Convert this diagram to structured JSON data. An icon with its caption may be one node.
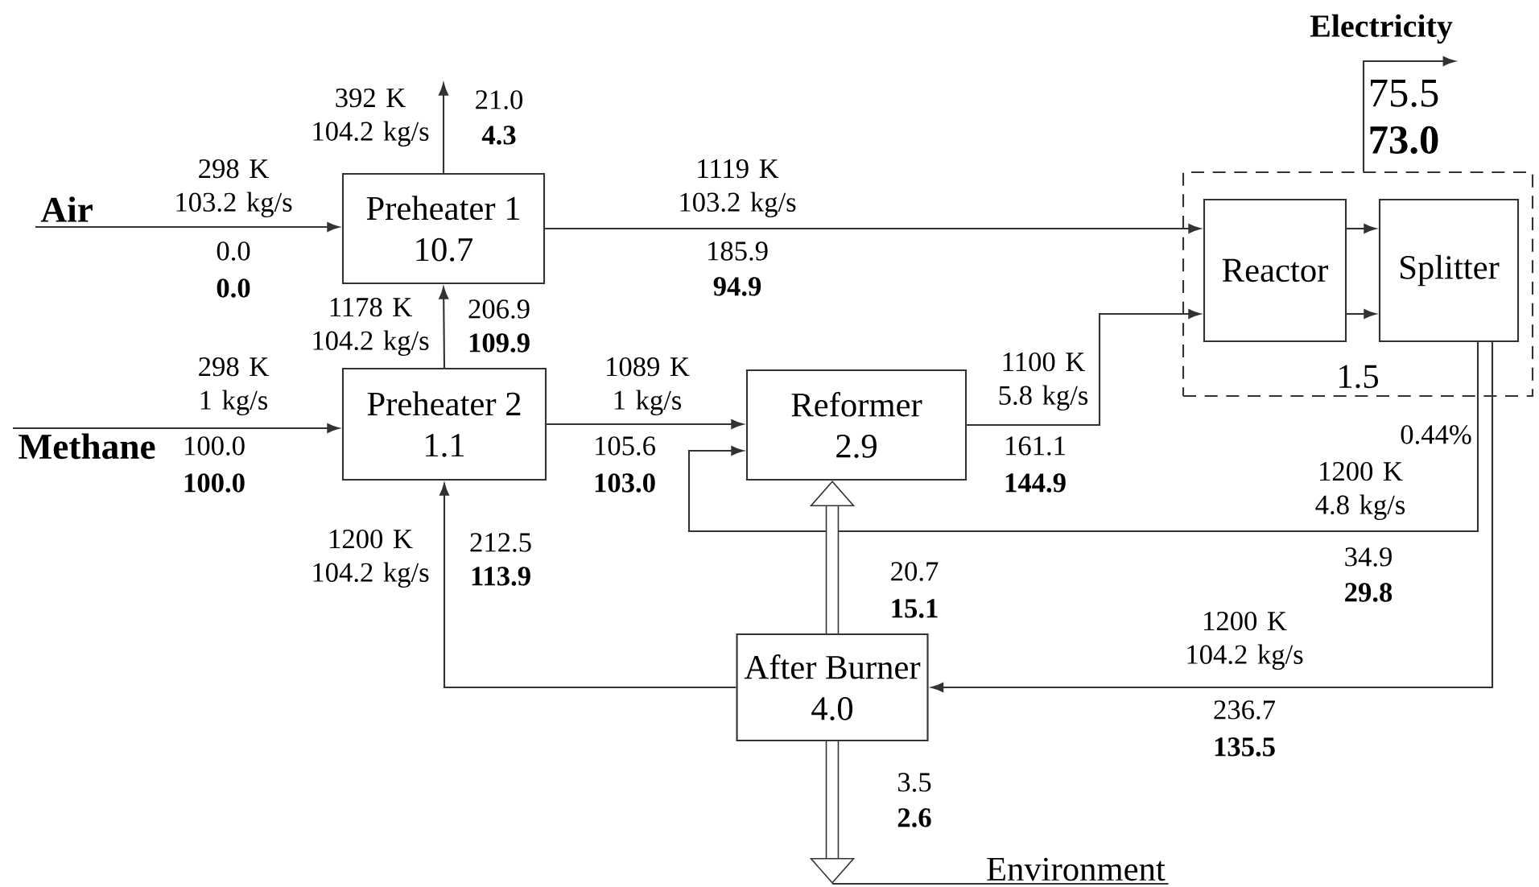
{
  "diagram": {
    "nodes": [
      {
        "text": [
          "Air"
        ]
      },
      {
        "text": [
          "Methane"
        ]
      },
      {
        "text": [
          "Preheater 1",
          "10.7"
        ]
      },
      {
        "text": [
          "Preheater 2",
          "1.1"
        ]
      },
      {
        "text": [
          "Reformer",
          "2.9"
        ]
      },
      {
        "text": [
          "1.5"
        ]
      },
      {
        "text": [
          "Reactor"
        ],
        "in": 5
      },
      {
        "text": [
          "Splitter"
        ],
        "in": 5
      },
      {
        "text": [
          "After Burner",
          "4.0"
        ]
      },
      {
        "text": [
          "Electricity"
        ]
      },
      {
        "text": [
          "Environment"
        ]
      }
    ],
    "edges": [
      {
        "from": 0,
        "to": 2,
        "arrow": "to",
        "label": "298 K 103.2 kg/s"
      },
      {
        "from": 2,
        "to": null,
        "arrow": "to",
        "label": "392 K 104.2 kg/s"
      },
      {
        "from": 2,
        "to": 6,
        "arrow": "to",
        "label": "1119 K 103.2 kg/s"
      },
      {
        "from": 1,
        "to": 3,
        "arrow": "to",
        "label": "298 K 1 kg/s"
      },
      {
        "from": 3,
        "to": 2,
        "arrow": "to",
        "label": "1178 K 104.2 kg/s"
      },
      {
        "from": 3,
        "to": 4,
        "arrow": "to",
        "label": "1089 K 1 kg/s"
      },
      {
        "from": 4,
        "to": 6,
        "arrow": "to",
        "label": "1100 K 5.8 kg/s"
      },
      {
        "from": 6,
        "to": 7,
        "arrow": "to"
      },
      {
        "from": 6,
        "to": 7,
        "arrow": "to"
      },
      {
        "from": 7,
        "to": 4,
        "arrow": "to",
        "label": "1200 K 4.8 kg/s"
      },
      {
        "from": 7,
        "to": 8,
        "arrow": "to",
        "label": "1200 K 104.2 kg/s"
      },
      {
        "from": 8,
        "to": 3,
        "arrow": "to",
        "label": "1200 K 104.2 kg/s"
      },
      {
        "from": 8,
        "to": 4,
        "arrow": "to",
        "style": "thick"
      },
      {
        "from": 8,
        "to": 10,
        "arrow": "to",
        "style": "thick"
      },
      {
        "from": 5,
        "to": 9,
        "arrow": "to"
      }
    ],
    "labels": [
      "0.0",
      "0.0",
      "21.0",
      "4.3",
      "185.9",
      "94.9",
      "100.0",
      "100.0",
      "206.9",
      "109.9",
      "105.6",
      "103.0",
      "161.1",
      "144.9",
      "34.9",
      "29.8",
      "0.44%",
      "236.7",
      "135.5",
      "212.5",
      "113.9",
      "20.7",
      "15.1",
      "3.5",
      "2.6",
      "75.5",
      "73.0"
    ]
  }
}
